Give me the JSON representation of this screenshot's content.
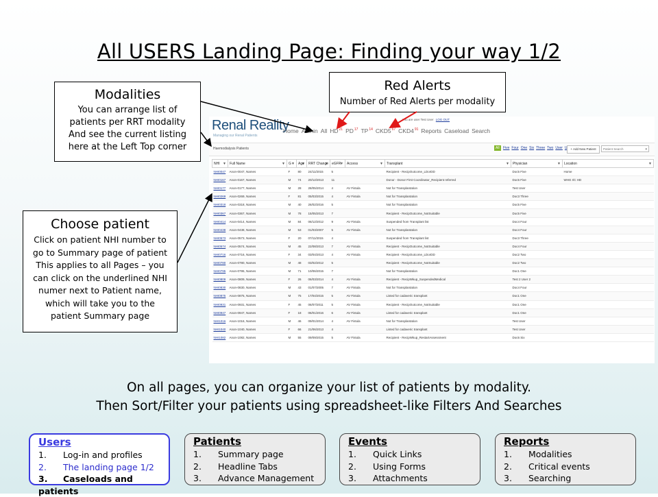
{
  "slide": {
    "title": "All USERS Landing Page: Finding your way 1/2",
    "lead_line1": "On all pages, you can organize your list of patients by modality.",
    "lead_line2": "Then Sort/Filter your patients using spreadsheet-like Filters And Searches"
  },
  "callouts": {
    "modalities": {
      "title": "Modalities",
      "body": [
        "You can arrange list of",
        "patients per RRT modality",
        "And see the current listing",
        "here at the Left Top corner"
      ]
    },
    "red_alerts": {
      "title": "Red Alerts",
      "body": "Number of Red Alerts per modality"
    },
    "choose_patient": {
      "title": "Choose patient",
      "body": [
        "Click on patient NHI number to",
        "go to Summary page of patient",
        "This applies to all Pages – you",
        "can click on the underlined NHI",
        "numer next to Patient name,",
        "which will take you to the",
        "patient Summary page"
      ]
    }
  },
  "app": {
    "brand": "Renal Reality",
    "tagline": "Managing our Renal Patients",
    "user_bar": "You are user Test User",
    "logout": "LOG OUT",
    "nav": [
      {
        "label": "Home",
        "alerts": ""
      },
      {
        "label": "Admin",
        "alerts": ""
      },
      {
        "label": "All",
        "alerts": ""
      },
      {
        "label": "HD",
        "alerts": "21"
      },
      {
        "label": "PD",
        "alerts": "17"
      },
      {
        "label": "TP",
        "alerts": "14"
      },
      {
        "label": "CKD5",
        "alerts": "67"
      },
      {
        "label": "CKD4",
        "alerts": "91"
      },
      {
        "label": "Reports",
        "alerts": ""
      },
      {
        "label": "Caseload",
        "alerts": ""
      },
      {
        "label": "Search",
        "alerts": ""
      }
    ],
    "page_title": "Haemodialysis Patients",
    "tabs": {
      "all": "All",
      "items": [
        "Five",
        "Four",
        "One",
        "Six",
        "Three",
        "Two",
        "User",
        "User 2"
      ]
    },
    "add_button": "+ Add New Patient",
    "search_placeholder": "Patient Search",
    "columns": [
      "NHI",
      "Full Name",
      "G",
      "Age",
      "RRT Change",
      "eGFR",
      "Access",
      "Transplant",
      "Physician",
      "Location"
    ],
    "rows": [
      [
        "NHI0047",
        "Anon-0047, Names",
        "F",
        "80",
        "24/11/2015",
        "5",
        "",
        "Recipient - RecipOutcome_LDorDD",
        "Doc5 Five",
        "Home"
      ],
      [
        "NHI0167",
        "Anon-0167, Names",
        "M",
        "74",
        "20/12/2013",
        "11",
        "",
        "Donor - Donor First Coordinator_Recipient referred",
        "Doc5 Five",
        "WHG I/C HD"
      ],
      [
        "NHI0177",
        "Anon-0177, Names",
        "M",
        "28",
        "28/05/2014",
        "4",
        "AV Fistula",
        "Not for Transplantation",
        "Test User",
        ""
      ],
      [
        "NHI0269",
        "Anon-0269, Names",
        "F",
        "81",
        "05/03/2015",
        "4",
        "AV Fistula",
        "Not for Transplantation",
        "Doc3 Three",
        ""
      ],
      [
        "NHI0318",
        "Anon-0318, Names",
        "M",
        "40",
        "26/02/2016",
        "5",
        "",
        "Not for Transplantation",
        "Doc5 Five",
        ""
      ],
      [
        "NHI0367",
        "Anon-0367, Names",
        "M",
        "78",
        "15/05/2013",
        "7",
        "",
        "Recipient - RecipOutcome_NotSuitable",
        "Doc5 Five",
        ""
      ],
      [
        "NHI0414",
        "Anon-0414, Names",
        "M",
        "84",
        "06/12/2012",
        "9",
        "AV Fistula",
        "Suspended from Transplant list",
        "Doc4 Four",
        ""
      ],
      [
        "NHI0438",
        "Anon-0438, Names",
        "M",
        "53",
        "01/03/2007",
        "5",
        "AV Fistula",
        "Not for Transplantation",
        "Doc4 Four",
        ""
      ],
      [
        "NHI0573",
        "Anon-0573, Names",
        "F",
        "20",
        "07/11/2015",
        "4",
        "",
        "Suspended from Transplant list",
        "Doc3 Three",
        ""
      ],
      [
        "NHI0574",
        "Anon-0574, Names",
        "M",
        "45",
        "22/08/2013",
        "7",
        "AV Fistula",
        "Recipient - RecipOutcome_NotSuitable",
        "Doc4 Four",
        ""
      ],
      [
        "NHI0716",
        "Anon-0716, Names",
        "F",
        "34",
        "03/04/2013",
        "4",
        "AV Fistula",
        "Recipient - RecipOutcome_LDorDD",
        "Doc2 Two",
        ""
      ],
      [
        "NHI0780",
        "Anon-0780, Names",
        "M",
        "48",
        "03/02/2012",
        "5",
        "",
        "Recipient - RecipOutcome_NotSuitable",
        "Doc2 Two",
        ""
      ],
      [
        "NHI0795",
        "Anon-0795, Names",
        "M",
        "71",
        "10/06/2015",
        "7",
        "",
        "Not for Transplantation",
        "Doc1 One",
        ""
      ],
      [
        "NHI0809",
        "Anon-0809, Names",
        "F",
        "26",
        "06/03/2014",
        "4",
        "AV Fistula",
        "Recipient - RecipWkup_SuspendedMedical",
        "Test 2 User 2",
        ""
      ],
      [
        "NHI0830",
        "Anon-0830, Names",
        "M",
        "43",
        "01/07/2005",
        "7",
        "AV Fistula",
        "Not for Transplantation",
        "Doc4 Four",
        ""
      ],
      [
        "NHI0875",
        "Anon-0875, Names",
        "M",
        "75",
        "17/04/2015",
        "5",
        "AV Fistula",
        "Listed for cadaveric transplant",
        "Doc1 One",
        ""
      ],
      [
        "NHI0931",
        "Anon-0931, Names",
        "F",
        "45",
        "06/07/2011",
        "5",
        "AV Fistula",
        "Recipient - RecipOutcome_NotSuitable",
        "Doc1 One",
        ""
      ],
      [
        "NHI0947",
        "Anon-0947, Names",
        "F",
        "18",
        "06/01/2016",
        "6",
        "AV Fistula",
        "Listed for cadaveric transplant",
        "Doc1 One",
        ""
      ],
      [
        "NHI1016",
        "Anon-1016, Names",
        "M",
        "46",
        "09/01/2014",
        "4",
        "AV Fistula",
        "Not for Transplantation",
        "Test User",
        ""
      ],
      [
        "NHI1040",
        "Anon-1040, Names",
        "F",
        "66",
        "21/06/2013",
        "4",
        "",
        "Listed for cadaveric transplant",
        "Test User",
        ""
      ],
      [
        "NHI1082",
        "Anon-1082, Names",
        "M",
        "55",
        "09/09/2015",
        "5",
        "AV Fistula",
        "Recipient - RecipWkup_RestartAssessment",
        "Doc6 Six",
        ""
      ]
    ]
  },
  "footer": {
    "users": {
      "title": "Users",
      "items": [
        {
          "num": "1.",
          "label": "Log-in and profiles"
        },
        {
          "num": "2.",
          "label": "The landing page 1/2"
        },
        {
          "num": "3.",
          "label": "Caseloads and patients"
        }
      ]
    },
    "patients": {
      "title": "Patients",
      "items": [
        {
          "num": "1.",
          "label": "Summary page"
        },
        {
          "num": "2.",
          "label": "Headline Tabs"
        },
        {
          "num": "3.",
          "label": "Advance Management"
        }
      ]
    },
    "events": {
      "title": "Events",
      "items": [
        {
          "num": "1.",
          "label": "Quick Links"
        },
        {
          "num": "2.",
          "label": "Using Forms"
        },
        {
          "num": "3.",
          "label": "Attachments"
        }
      ]
    },
    "reports": {
      "title": "Reports",
      "items": [
        {
          "num": "1.",
          "label": "Modalities"
        },
        {
          "num": "2.",
          "label": "Critical events"
        },
        {
          "num": "3.",
          "label": "Searching"
        }
      ]
    }
  },
  "colors": {
    "alert": "#d62020",
    "active_nav": "#3a3ae0",
    "brand": "#1d4e7a",
    "tab_active": "#85b82d"
  }
}
